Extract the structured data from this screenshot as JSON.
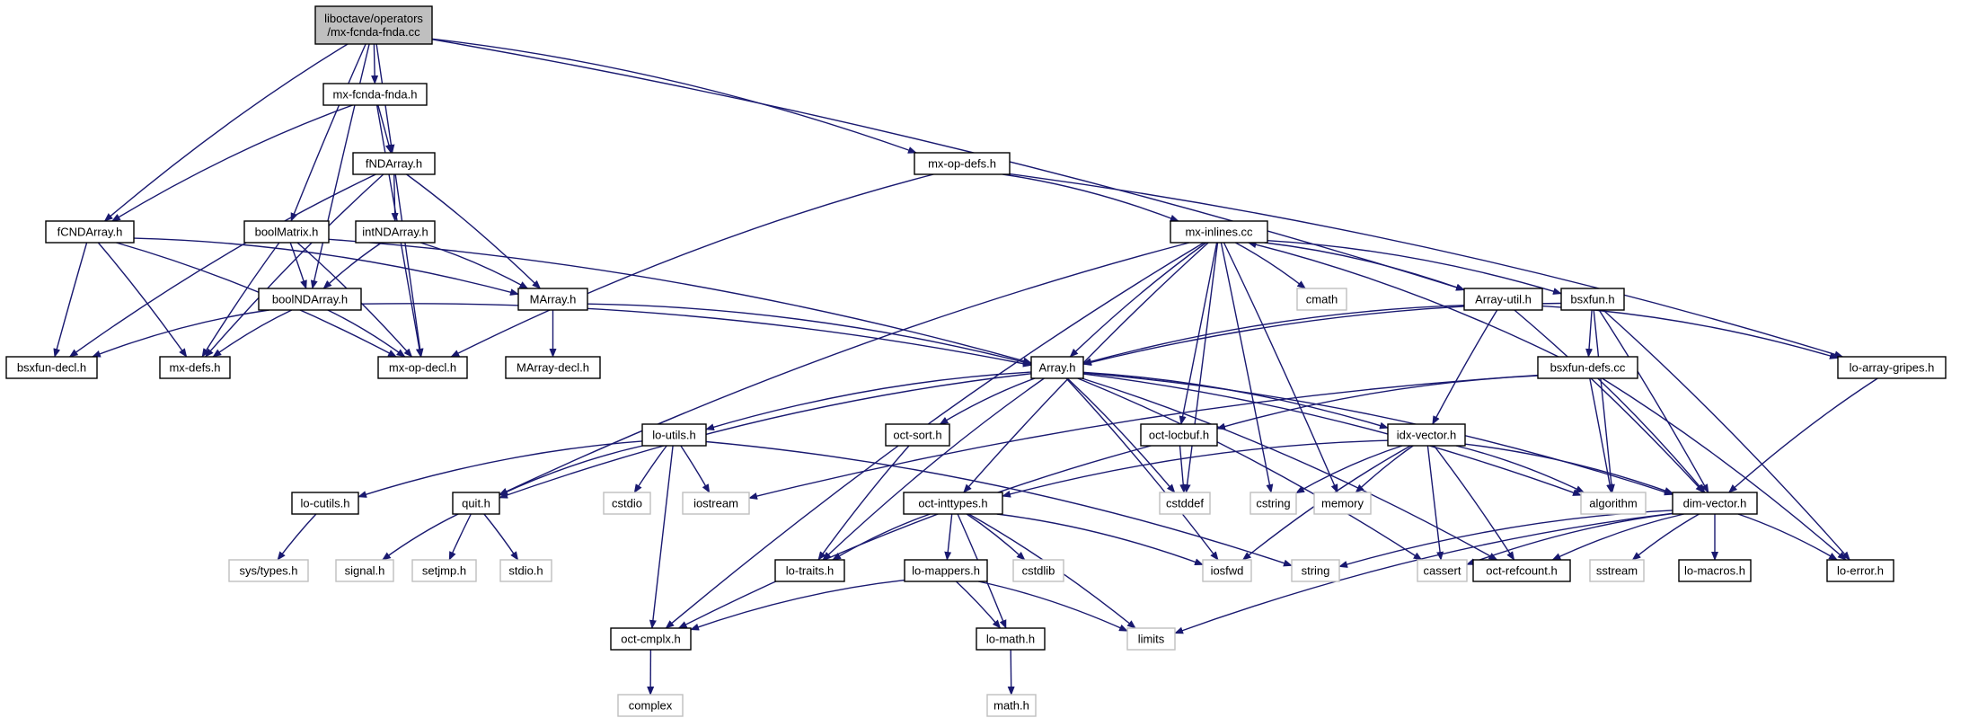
{
  "colors": {
    "edge": "#191970",
    "root_fill": "#bfbfbf",
    "local_border": "#000000",
    "system_border": "#bfbfbf",
    "text": "#000000"
  },
  "nodes": {
    "root": {
      "label": [
        "liboctave/operators",
        "/mx-fcnda-fnda.cc"
      ],
      "kind": "root"
    },
    "mx_fcnda_fnda_h": {
      "label": [
        "mx-fcnda-fnda.h"
      ],
      "kind": "local"
    },
    "fNDArray_h": {
      "label": [
        "fNDArray.h"
      ],
      "kind": "local"
    },
    "mx_op_defs_h": {
      "label": [
        "mx-op-defs.h"
      ],
      "kind": "local"
    },
    "fCNDArray_h": {
      "label": [
        "fCNDArray.h"
      ],
      "kind": "local"
    },
    "boolMatrix_h": {
      "label": [
        "boolMatrix.h"
      ],
      "kind": "local"
    },
    "intNDArray_h": {
      "label": [
        "intNDArray.h"
      ],
      "kind": "local"
    },
    "mx_inlines_cc": {
      "label": [
        "mx-inlines.cc"
      ],
      "kind": "local"
    },
    "boolNDArray_h": {
      "label": [
        "boolNDArray.h"
      ],
      "kind": "local"
    },
    "MArray_h": {
      "label": [
        "MArray.h"
      ],
      "kind": "local"
    },
    "cmath": {
      "label": [
        "cmath"
      ],
      "kind": "system"
    },
    "Array_util_h": {
      "label": [
        "Array-util.h"
      ],
      "kind": "local"
    },
    "bsxfun_h": {
      "label": [
        "bsxfun.h"
      ],
      "kind": "local"
    },
    "bsxfun_decl_h": {
      "label": [
        "bsxfun-decl.h"
      ],
      "kind": "local"
    },
    "mx_defs_h": {
      "label": [
        "mx-defs.h"
      ],
      "kind": "local"
    },
    "mx_op_decl_h": {
      "label": [
        "mx-op-decl.h"
      ],
      "kind": "local"
    },
    "MArray_decl_h": {
      "label": [
        "MArray-decl.h"
      ],
      "kind": "local"
    },
    "Array_h": {
      "label": [
        "Array.h"
      ],
      "kind": "local"
    },
    "bsxfun_defs_cc": {
      "label": [
        "bsxfun-defs.cc"
      ],
      "kind": "local"
    },
    "lo_array_gripes_h": {
      "label": [
        "lo-array-gripes.h"
      ],
      "kind": "local"
    },
    "lo_utils_h": {
      "label": [
        "lo-utils.h"
      ],
      "kind": "local"
    },
    "oct_sort_h": {
      "label": [
        "oct-sort.h"
      ],
      "kind": "local"
    },
    "oct_locbuf_h": {
      "label": [
        "oct-locbuf.h"
      ],
      "kind": "local"
    },
    "idx_vector_h": {
      "label": [
        "idx-vector.h"
      ],
      "kind": "local"
    },
    "lo_cutils_h": {
      "label": [
        "lo-cutils.h"
      ],
      "kind": "local"
    },
    "quit_h": {
      "label": [
        "quit.h"
      ],
      "kind": "local"
    },
    "cstdio": {
      "label": [
        "cstdio"
      ],
      "kind": "system"
    },
    "iostream": {
      "label": [
        "iostream"
      ],
      "kind": "system"
    },
    "oct_inttypes_h": {
      "label": [
        "oct-inttypes.h"
      ],
      "kind": "local"
    },
    "cstring": {
      "label": [
        "cstring"
      ],
      "kind": "system"
    },
    "memory": {
      "label": [
        "memory"
      ],
      "kind": "system"
    },
    "cstddef": {
      "label": [
        "cstddef"
      ],
      "kind": "system"
    },
    "algorithm": {
      "label": [
        "algorithm"
      ],
      "kind": "system"
    },
    "dim_vector_h": {
      "label": [
        "dim-vector.h"
      ],
      "kind": "local"
    },
    "sys_types_h": {
      "label": [
        "sys/types.h"
      ],
      "kind": "system"
    },
    "signal_h": {
      "label": [
        "signal.h"
      ],
      "kind": "system"
    },
    "setjmp_h": {
      "label": [
        "setjmp.h"
      ],
      "kind": "system"
    },
    "stdio_h": {
      "label": [
        "stdio.h"
      ],
      "kind": "system"
    },
    "lo_traits_h": {
      "label": [
        "lo-traits.h"
      ],
      "kind": "local"
    },
    "lo_mappers_h": {
      "label": [
        "lo-mappers.h"
      ],
      "kind": "local"
    },
    "cstdlib": {
      "label": [
        "cstdlib"
      ],
      "kind": "system"
    },
    "iosfwd": {
      "label": [
        "iosfwd"
      ],
      "kind": "system"
    },
    "string": {
      "label": [
        "string"
      ],
      "kind": "system"
    },
    "cassert": {
      "label": [
        "cassert"
      ],
      "kind": "system"
    },
    "oct_refcount_h": {
      "label": [
        "oct-refcount.h"
      ],
      "kind": "local"
    },
    "sstream": {
      "label": [
        "sstream"
      ],
      "kind": "system"
    },
    "lo_macros_h": {
      "label": [
        "lo-macros.h"
      ],
      "kind": "local"
    },
    "lo_error_h": {
      "label": [
        "lo-error.h"
      ],
      "kind": "local"
    },
    "oct_cmplx_h": {
      "label": [
        "oct-cmplx.h"
      ],
      "kind": "local"
    },
    "lo_math_h": {
      "label": [
        "lo-math.h"
      ],
      "kind": "local"
    },
    "limits": {
      "label": [
        "limits"
      ],
      "kind": "system"
    },
    "complex": {
      "label": [
        "complex"
      ],
      "kind": "system"
    },
    "math_h": {
      "label": [
        "math.h"
      ],
      "kind": "system"
    }
  },
  "edges": [
    [
      "root",
      "mx_fcnda_fnda_h"
    ],
    [
      "root",
      "fNDArray_h"
    ],
    [
      "root",
      "fCNDArray_h"
    ],
    [
      "root",
      "boolMatrix_h"
    ],
    [
      "root",
      "boolNDArray_h"
    ],
    [
      "root",
      "mx_op_defs_h"
    ],
    [
      "root",
      "Array_util_h"
    ],
    [
      "mx_fcnda_fnda_h",
      "fNDArray_h"
    ],
    [
      "mx_fcnda_fnda_h",
      "fCNDArray_h"
    ],
    [
      "mx_fcnda_fnda_h",
      "mx_op_decl_h"
    ],
    [
      "fNDArray_h",
      "intNDArray_h"
    ],
    [
      "fNDArray_h",
      "MArray_h"
    ],
    [
      "fNDArray_h",
      "mx_defs_h"
    ],
    [
      "fNDArray_h",
      "mx_op_decl_h"
    ],
    [
      "fNDArray_h",
      "bsxfun_decl_h"
    ],
    [
      "mx_op_defs_h",
      "mx_inlines_cc"
    ],
    [
      "mx_op_defs_h",
      "mx_op_decl_h"
    ],
    [
      "mx_op_defs_h",
      "lo_array_gripes_h"
    ],
    [
      "fCNDArray_h",
      "MArray_h"
    ],
    [
      "fCNDArray_h",
      "mx_defs_h"
    ],
    [
      "fCNDArray_h",
      "mx_op_decl_h"
    ],
    [
      "fCNDArray_h",
      "bsxfun_decl_h"
    ],
    [
      "boolMatrix_h",
      "boolNDArray_h"
    ],
    [
      "boolMatrix_h",
      "mx_defs_h"
    ],
    [
      "boolMatrix_h",
      "mx_op_decl_h"
    ],
    [
      "boolMatrix_h",
      "Array_h"
    ],
    [
      "intNDArray_h",
      "MArray_h"
    ],
    [
      "intNDArray_h",
      "boolNDArray_h"
    ],
    [
      "boolNDArray_h",
      "Array_h"
    ],
    [
      "boolNDArray_h",
      "mx_defs_h"
    ],
    [
      "boolNDArray_h",
      "mx_op_decl_h"
    ],
    [
      "boolNDArray_h",
      "bsxfun_decl_h"
    ],
    [
      "MArray_h",
      "Array_h"
    ],
    [
      "MArray_h",
      "MArray_decl_h"
    ],
    [
      "mx_inlines_cc",
      "cmath"
    ],
    [
      "mx_inlines_cc",
      "Array_h"
    ],
    [
      "mx_inlines_cc",
      "Array_util_h"
    ],
    [
      "mx_inlines_cc",
      "bsxfun_h"
    ],
    [
      "mx_inlines_cc",
      "oct_locbuf_h"
    ],
    [
      "mx_inlines_cc",
      "quit_h"
    ],
    [
      "mx_inlines_cc",
      "oct_cmplx_h"
    ],
    [
      "mx_inlines_cc",
      "cstring"
    ],
    [
      "mx_inlines_cc",
      "memory"
    ],
    [
      "mx_inlines_cc",
      "cstddef"
    ],
    [
      "mx_inlines_cc",
      "oct_inttypes_h"
    ],
    [
      "Array_util_h",
      "Array_h"
    ],
    [
      "Array_util_h",
      "idx_vector_h"
    ],
    [
      "Array_util_h",
      "dim_vector_h"
    ],
    [
      "Array_util_h",
      "lo_array_gripes_h"
    ],
    [
      "bsxfun_h",
      "Array_h"
    ],
    [
      "bsxfun_h",
      "bsxfun_defs_cc"
    ],
    [
      "bsxfun_h",
      "dim_vector_h"
    ],
    [
      "bsxfun_h",
      "algorithm"
    ],
    [
      "bsxfun_h",
      "lo_error_h"
    ],
    [
      "bsxfun_defs_cc",
      "mx_inlines_cc"
    ],
    [
      "bsxfun_defs_cc",
      "dim_vector_h"
    ],
    [
      "bsxfun_defs_cc",
      "oct_locbuf_h"
    ],
    [
      "bsxfun_defs_cc",
      "iostream"
    ],
    [
      "bsxfun_defs_cc",
      "algorithm"
    ],
    [
      "bsxfun_defs_cc",
      "lo_error_h"
    ],
    [
      "lo_array_gripes_h",
      "dim_vector_h"
    ],
    [
      "Array_h",
      "lo_utils_h"
    ],
    [
      "Array_h",
      "oct_sort_h"
    ],
    [
      "Array_h",
      "idx_vector_h"
    ],
    [
      "Array_h",
      "quit_h"
    ],
    [
      "Array_h",
      "cstddef"
    ],
    [
      "Array_h",
      "lo_traits_h"
    ],
    [
      "Array_h",
      "iosfwd"
    ],
    [
      "Array_h",
      "cassert"
    ],
    [
      "Array_h",
      "oct_refcount_h"
    ],
    [
      "Array_h",
      "algorithm"
    ],
    [
      "Array_h",
      "dim_vector_h"
    ],
    [
      "lo_utils_h",
      "lo_cutils_h"
    ],
    [
      "lo_utils_h",
      "quit_h"
    ],
    [
      "lo_utils_h",
      "cstdio"
    ],
    [
      "lo_utils_h",
      "iostream"
    ],
    [
      "lo_utils_h",
      "oct_cmplx_h"
    ],
    [
      "lo_utils_h",
      "string"
    ],
    [
      "oct_sort_h",
      "lo_traits_h"
    ],
    [
      "oct_locbuf_h",
      "cstddef"
    ],
    [
      "oct_locbuf_h",
      "oct_cmplx_h"
    ],
    [
      "idx_vector_h",
      "oct_inttypes_h"
    ],
    [
      "idx_vector_h",
      "cstring"
    ],
    [
      "idx_vector_h",
      "memory"
    ],
    [
      "idx_vector_h",
      "algorithm"
    ],
    [
      "idx_vector_h",
      "iosfwd"
    ],
    [
      "idx_vector_h",
      "cassert"
    ],
    [
      "idx_vector_h",
      "oct_refcount_h"
    ],
    [
      "idx_vector_h",
      "dim_vector_h"
    ],
    [
      "lo_cutils_h",
      "sys_types_h"
    ],
    [
      "quit_h",
      "signal_h"
    ],
    [
      "quit_h",
      "setjmp_h"
    ],
    [
      "quit_h",
      "stdio_h"
    ],
    [
      "oct_inttypes_h",
      "lo_mappers_h"
    ],
    [
      "oct_inttypes_h",
      "cstdlib"
    ],
    [
      "oct_inttypes_h",
      "lo_traits_h"
    ],
    [
      "oct_inttypes_h",
      "iosfwd"
    ],
    [
      "oct_inttypes_h",
      "limits"
    ],
    [
      "oct_inttypes_h",
      "lo_math_h"
    ],
    [
      "dim_vector_h",
      "string"
    ],
    [
      "dim_vector_h",
      "cassert"
    ],
    [
      "dim_vector_h",
      "oct_refcount_h"
    ],
    [
      "dim_vector_h",
      "sstream"
    ],
    [
      "dim_vector_h",
      "lo_macros_h"
    ],
    [
      "dim_vector_h",
      "lo_error_h"
    ],
    [
      "dim_vector_h",
      "limits"
    ],
    [
      "lo_mappers_h",
      "oct_cmplx_h"
    ],
    [
      "lo_mappers_h",
      "lo_math_h"
    ],
    [
      "lo_mappers_h",
      "limits"
    ],
    [
      "oct_cmplx_h",
      "complex"
    ],
    [
      "lo_math_h",
      "math_h"
    ]
  ]
}
